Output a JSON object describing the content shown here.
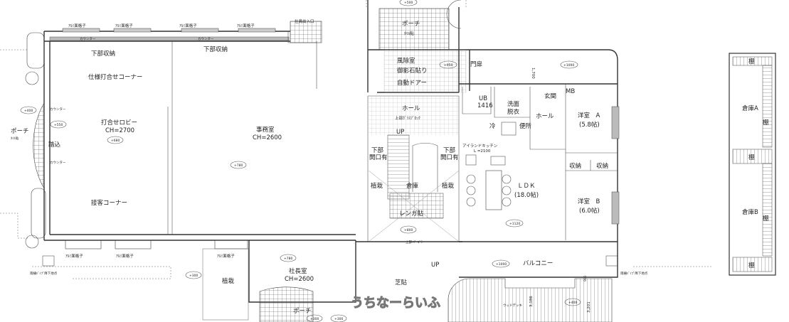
{
  "labels": {
    "alumi_grille": "ｱﾙﾐ面格子",
    "counter": "カウンター",
    "under_storage": "下部収納",
    "staff_entrance": "社員出入口",
    "spec_corner": "仕様打合せコーナー",
    "meeting_lobby": "打合せロビー",
    "lobby_ch": "CH=2700",
    "office": "事務室",
    "office_ch": "CH=2600",
    "reception_corner": "接客コーナー",
    "porch_left": "ポーチ",
    "porch_left_tile": "ﾀｲﾙ貼",
    "step_in": "踏込",
    "president_room": "社長室",
    "president_ch": "CH=2600",
    "planting": "植栽",
    "porch_top": "ポーチ",
    "porch_top_tile": "ﾀｲﾙ貼",
    "windbreak": "風除室",
    "granite": "御影石貼り",
    "auto_door": "自動ドアー",
    "gate": "門扉",
    "hall": "ホール",
    "glass_block": "上部ｶﾞﾗｽﾌﾞﾛｯｸ",
    "up": "UP",
    "lower_opening": "下部\n開口有",
    "lower_opening_1": "下部",
    "lower_opening_2": "開口有",
    "warehouse": "倉庫",
    "brick": "レンガ貼",
    "pergola": "上部 ﾊﾟｰｺﾞﾗ",
    "lawn": "芝貼",
    "ub": "UB",
    "ub_size": "1416",
    "washroom_1": "洗面",
    "washroom_2": "脱衣",
    "entrance": "玄関",
    "mb": "MB",
    "hall2": "ホール",
    "toilet": "便所",
    "fridge": "冷",
    "island_kitchen": "アイランドキッチン",
    "kitchen_len": "L =2100",
    "ldk": "ＬＤＫ",
    "ldk_size": "(18.0帖)",
    "western_a": "洋室　A",
    "western_a_size": "(5.8帖)",
    "western_b": "洋室　B",
    "western_b_size": "(6.0帖)",
    "closet1": "収納",
    "closet2": "収納",
    "balcony": "バルコニー",
    "wood_deck": "ウッドデッキ",
    "warehouse_a": "倉庫A",
    "warehouse_b": "倉庫B",
    "shelf": "棚",
    "downspout": "雨樋ﾊﾞｲﾌﾟ降下地点",
    "dim_1700": "1,700",
    "dim_3186": "3,186",
    "dim_3201": "3,201",
    "dim_900": "900",
    "watermark": "うちなーらいふ"
  },
  "levels": {
    "porch_top": "+500",
    "windbreak": "+950",
    "gate_area": "+1000",
    "porch_left": "+400",
    "step_in": "+550",
    "lobby": "+680",
    "office": "+780",
    "president": "+780",
    "outside_left": "+300",
    "outside_mid": "+300",
    "porch_bottom": "+300",
    "brick": "+800",
    "ldk": "+1120",
    "balcony": "+1000",
    "deck": "+400"
  }
}
